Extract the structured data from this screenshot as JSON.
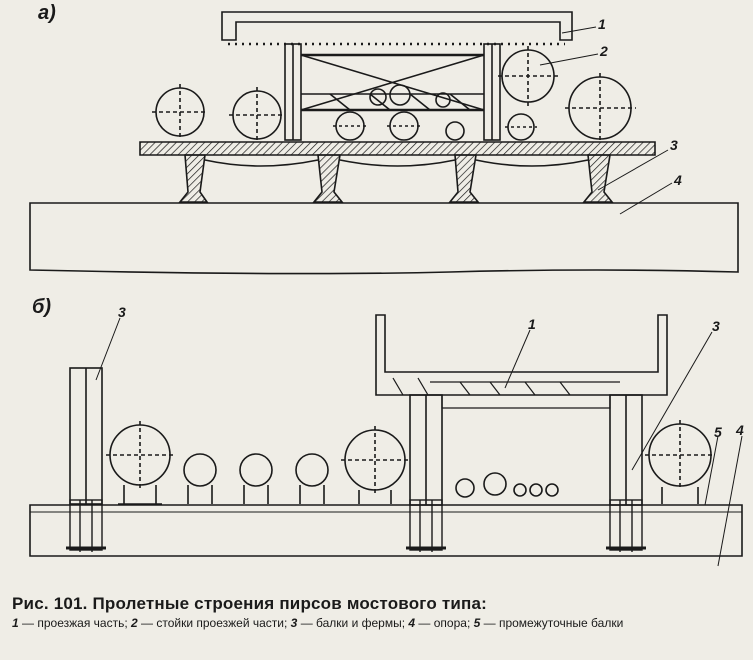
{
  "figure": {
    "panel_a_label": "а)",
    "panel_b_label": "б)",
    "callouts_a": [
      "1",
      "2",
      "3",
      "4"
    ],
    "callouts_b": [
      "3",
      "1",
      "3",
      "5",
      "4"
    ]
  },
  "caption": {
    "title": "Рис. 101. Пролетные строения пирсов мостового типа:",
    "legend": [
      {
        "num": "1",
        "text": " — проезжая часть; "
      },
      {
        "num": "2",
        "text": " — стойки проезжей части; "
      },
      {
        "num": "3",
        "text": " — балки и фермы; "
      },
      {
        "num": "4",
        "text": " — опора; "
      },
      {
        "num": "5",
        "text": " — промежуточные балки"
      }
    ]
  },
  "colors": {
    "ink": "#1a1a1a",
    "paper": "#efede6"
  }
}
